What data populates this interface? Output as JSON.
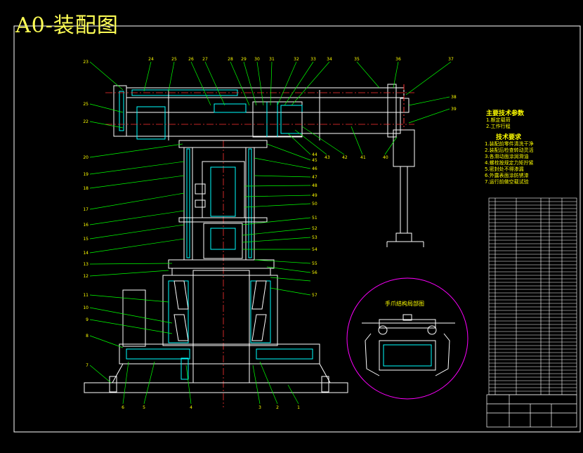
{
  "title": "A0-装配图",
  "left_balloons": [
    "23",
    "25",
    "22",
    "20",
    "19",
    "18",
    "17",
    "16",
    "15",
    "14",
    "13",
    "12",
    "11",
    "10",
    "9",
    "8",
    "7"
  ],
  "top_balloons": [
    "24",
    "25",
    "26",
    "27",
    "28",
    "29",
    "30",
    "31",
    "32",
    "33",
    "34",
    "35",
    "36",
    "37"
  ],
  "right_balloons": [
    "38",
    "39",
    "40",
    "41",
    "42",
    "43",
    "44",
    "45",
    "46",
    "47",
    "48",
    "49",
    "50",
    "51",
    "52",
    "53",
    "54",
    "55",
    "56",
    "57"
  ],
  "bottom_balloons": [
    "6",
    "5",
    "4",
    "3",
    "2",
    "1"
  ],
  "tech_params": {
    "heading": "主要技术参数",
    "lines": [
      "1.额定载荷",
      "2.工作行程"
    ]
  },
  "tech_requirements": {
    "heading": "技术要求",
    "lines": [
      "1.装配前零件清洗干净",
      "2.装配后检查转动灵活",
      "3.各滑动面涂润滑油",
      "4.螺栓按规定力矩拧紧",
      "5.密封处不得渗漏",
      "6.外露表面涂防锈漆",
      "7.运行前做空载试验"
    ]
  },
  "detail_callout": "手爪结构局部图",
  "colors": {
    "background": "#000000",
    "frame": "#ffffff",
    "outline": "#ffffff",
    "leader": "#00ff00",
    "cut": "#00ffff",
    "center": "#ff3333",
    "detail": "#ff00ff",
    "text": "#ffff00"
  }
}
